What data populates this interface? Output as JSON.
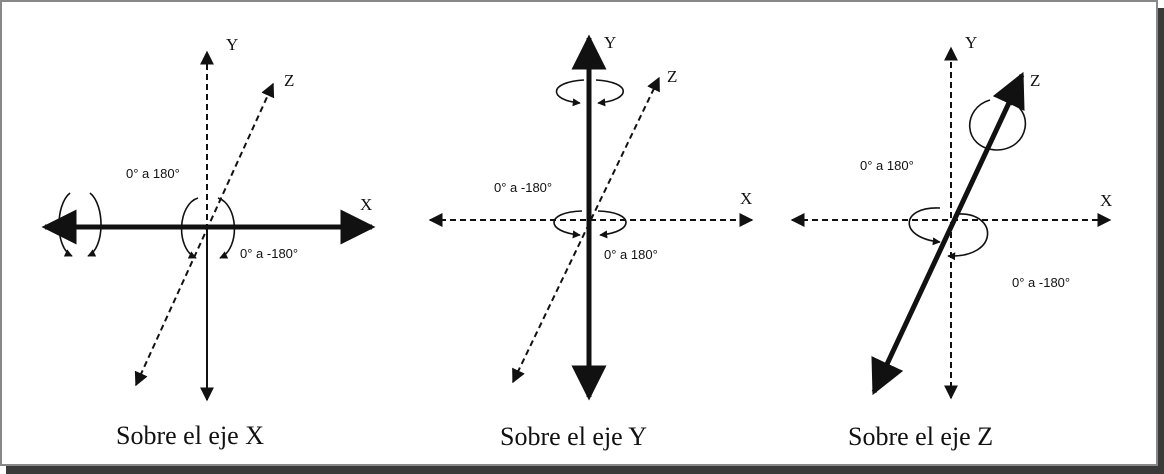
{
  "panels": [
    {
      "axis_labels": {
        "x": "X",
        "y": "Y",
        "z": "Z"
      },
      "angle_labels": [
        "0° a 180°",
        "0° a -180°"
      ],
      "caption": "Sobre el eje X"
    },
    {
      "axis_labels": {
        "x": "X",
        "y": "Y",
        "z": "Z"
      },
      "angle_labels": [
        "0° a -180°",
        "0° a 180°"
      ],
      "caption": "Sobre el eje Y"
    },
    {
      "axis_labels": {
        "x": "X",
        "y": "Y",
        "z": "Z"
      },
      "angle_labels": [
        "0° a 180°",
        "0° a -180°"
      ],
      "caption": "Sobre el eje Z"
    }
  ]
}
